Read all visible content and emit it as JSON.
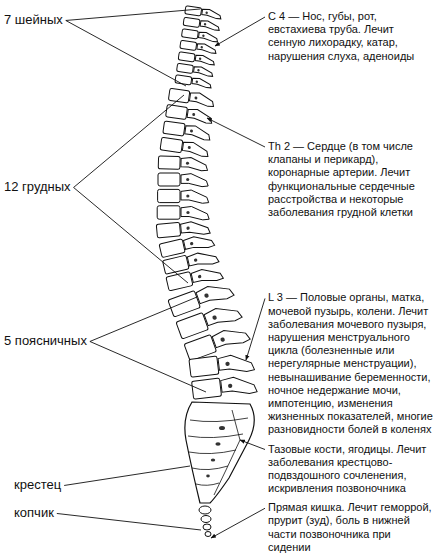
{
  "diagram": {
    "labels": [
      "7 шейных",
      "С 4 — Нос, губы, рот, евстахиева труба. Лечит сенную лихорадку, катар, нарушения слуха, аденоиды",
      "Th 2 — Сердце (в том числе клапаны и перикард), коронарные артерии. Лечит функциональные сердечные расстройства и некоторые заболевания грудной клетки",
      "12 грудных",
      "L 3 — Половые органы, матка, мочевой пузырь, колени. Лечит заболевания мочевого пузыря, нарушения менструального цикла (болезненные или нерегулярные менструации), невынашивание беременности, ночное недержание мочи, импотенцию, изменения жизненных показателей, многие разновидности болей в коленях",
      "5 поясничных",
      "Тазовые кости, ягодицы. Лечит заболевания крестцово-подвздошного сочленения, искривления позвоночника",
      "крестец",
      "копчик",
      "Прямая кишка. Лечит геморрой, прурит (зуд), боль в нижней части позвоночника при сидении"
    ]
  }
}
